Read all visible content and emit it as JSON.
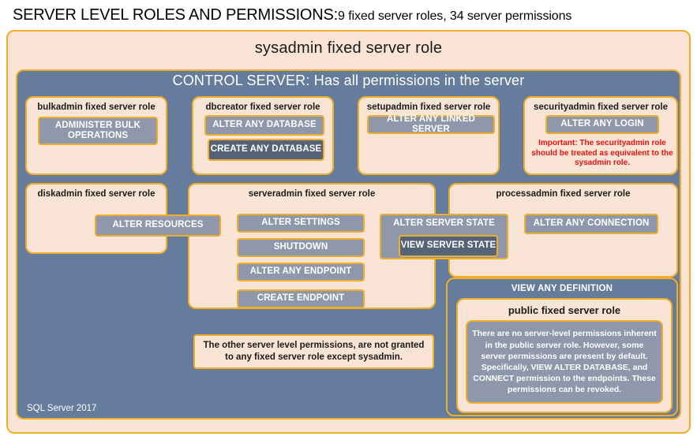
{
  "title": {
    "strong": "SERVER LEVEL ROLES AND PERMISSIONS:",
    "sub": "9 fixed server roles, 34 server permissions"
  },
  "sysadmin": {
    "label": "sysadmin  fixed  server  role"
  },
  "control_server": {
    "label": "CONTROL SERVER: Has all permissions in the server"
  },
  "roles": {
    "bulkadmin": {
      "label": "bulkadmin  fixed server role",
      "permissions": {
        "administer_bulk_operations": "ADMINISTER  BULK OPERATIONS"
      }
    },
    "dbcreator": {
      "label": "dbcreator fixed server role",
      "permissions": {
        "alter_any_database": "ALTER ANY DATABASE",
        "create_any_database": "CREATE  ANY DATABASE"
      }
    },
    "setupadmin": {
      "label": "setupadmin fixed server role",
      "permissions": {
        "alter_any_linked_server": "ALTER ANY LINKED SERVER"
      }
    },
    "securityadmin": {
      "label": "securityadmin  fixed server role",
      "permissions": {
        "alter_any_login": "ALTER ANY LOGIN"
      },
      "warning": "Important:  The securityadmin role should  be treated as equivalent to the sysadmin role."
    },
    "diskadmin": {
      "label": "diskadmin  fixed server role",
      "permissions": {
        "alter_resources": "ALTER RESOURCES"
      }
    },
    "serveradmin": {
      "label": "serveradmin fixed server role",
      "permissions": {
        "alter_settings": "ALTER SETTINGS",
        "shutdown": "SHUTDOWN",
        "alter_any_endpoint": "ALTER ANY ENDPOINT",
        "create_endpoint": "CREATE  ENDPOINT",
        "alter_server_state": "ALTER SERVER  STATE",
        "view_server_state": "VIEW SERVER  STATE"
      }
    },
    "processadmin": {
      "label": "processadmin  fixed server role",
      "permissions": {
        "alter_any_connection": "ALTER ANY CONNECTION"
      }
    },
    "public": {
      "view_any_definition": "VIEW ANY DEFINITION",
      "label": "public  fixed server role",
      "note": "There are no server-level permissions inherent in the public server role. However, some server permissions are present by default. Specifically, VIEW ALTER DATABASE, and CONNECT permission to the endpoints. These permissions can be revoked."
    }
  },
  "notes": {
    "other_permissions": "The other server level permissions,  are not granted to any fixed server role except sysadmin."
  },
  "footer": {
    "product": "SQL Server 2017"
  },
  "colors": {
    "peach_fill": "#fae4d5",
    "gold_border": "#f0ad28",
    "slate_fill": "#667c9d",
    "permission_fill": "#8f97ab",
    "permission_dark_fill": "#566277",
    "warning_red": "#ee1111",
    "text_dark": "#1b1b1b",
    "text_light": "#ffffff"
  }
}
